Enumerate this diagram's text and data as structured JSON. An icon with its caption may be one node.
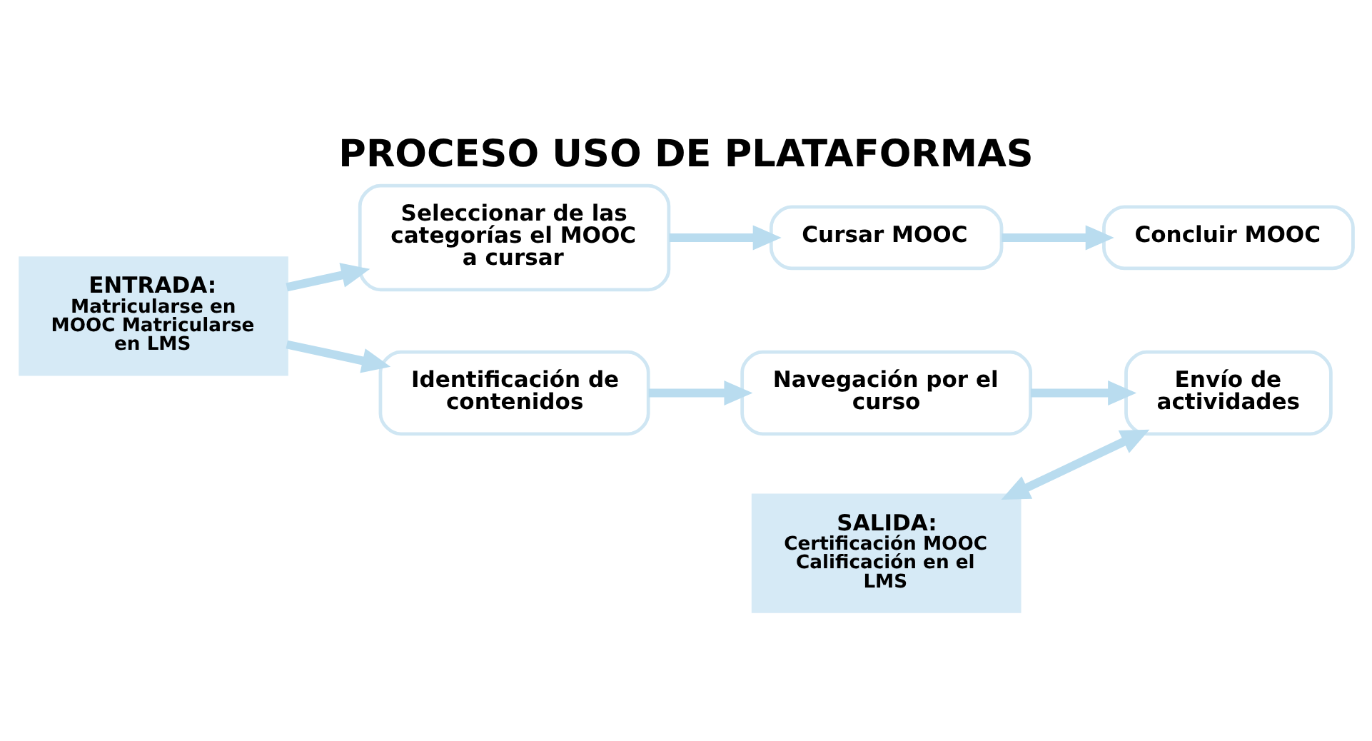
{
  "diagram": {
    "title": "PROCESO USO DE PLATAFORMAS",
    "nodes": [
      {
        "text": [
          "ENTRADA:",
          "Matricularse en MOOC Matricularse en LMS"
        ]
      },
      {
        "text": [
          "Seleccionar de las categorías el MOOC a cursar"
        ]
      },
      {
        "text": [
          "Cursar MOOC"
        ]
      },
      {
        "text": [
          "Concluir MOOC"
        ]
      },
      {
        "text": [
          "Identificación de contenidos"
        ]
      },
      {
        "text": [
          "Navegación por el curso"
        ]
      },
      {
        "text": [
          "Envío de actividades"
        ]
      },
      {
        "text": [
          "SALIDA:",
          "Certificación MOOC Calificación en el LMS"
        ]
      }
    ],
    "edges": [
      {
        "from": 0,
        "to": 1,
        "arrow": "to"
      },
      {
        "from": 0,
        "to": 4,
        "arrow": "to"
      },
      {
        "from": 1,
        "to": 2,
        "arrow": "to"
      },
      {
        "from": 2,
        "to": 3,
        "arrow": "to"
      },
      {
        "from": 4,
        "to": 5,
        "arrow": "to"
      },
      {
        "from": 5,
        "to": 6,
        "arrow": "to"
      },
      {
        "from": 6,
        "to": 7,
        "arrow": "both"
      }
    ]
  }
}
